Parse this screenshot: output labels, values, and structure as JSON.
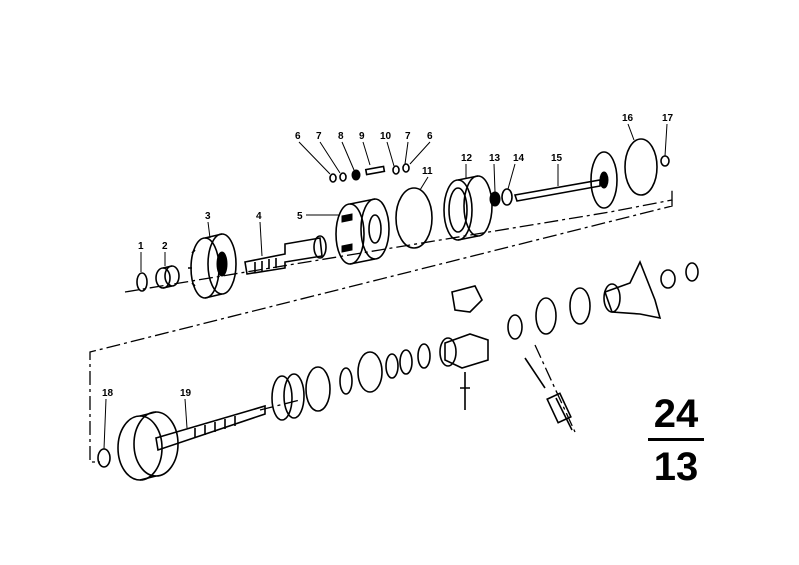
{
  "diagram": {
    "callouts": [
      "1",
      "2",
      "3",
      "4",
      "5",
      "6",
      "7",
      "8",
      "9",
      "10",
      "7",
      "6",
      "11",
      "12",
      "13",
      "14",
      "15",
      "16",
      "17",
      "18",
      "19"
    ]
  },
  "group_code": {
    "main": "24",
    "sub": "13"
  }
}
